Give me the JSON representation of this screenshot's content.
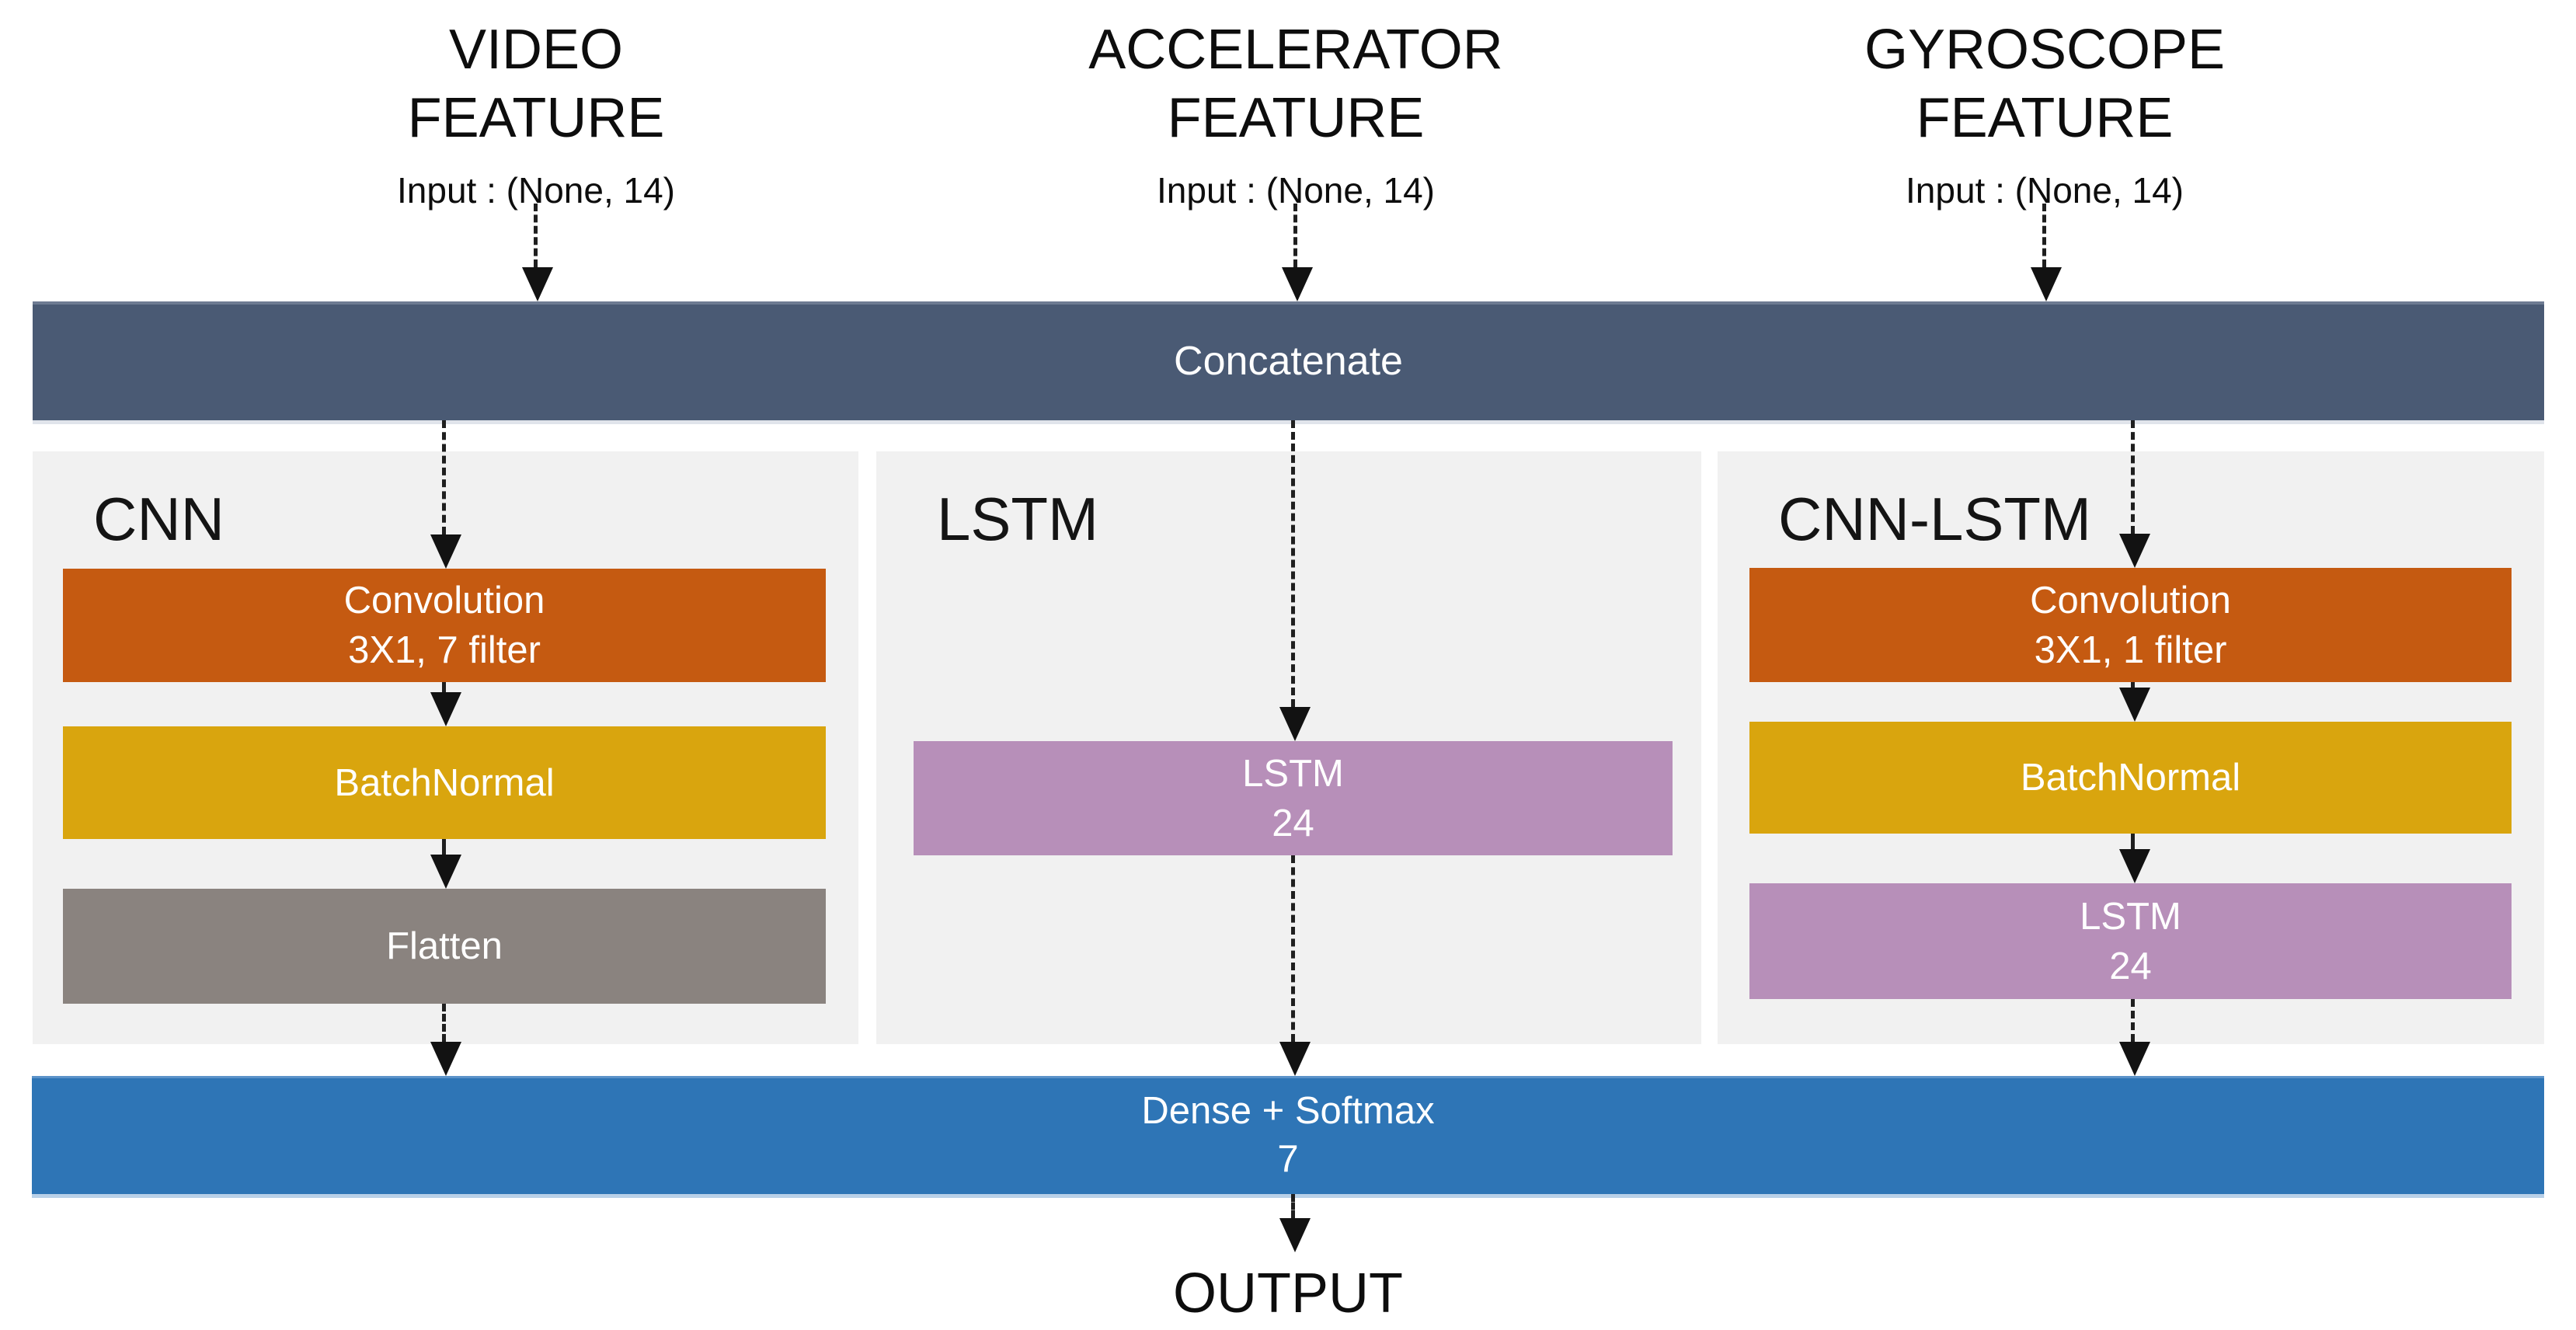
{
  "inputs": [
    {
      "line1": "VIDEO",
      "line2": "FEATURE",
      "shape": "Input : (None, 14)"
    },
    {
      "line1": "ACCELERATOR",
      "line2": "FEATURE",
      "shape": "Input : (None, 14)"
    },
    {
      "line1": "GYROSCOPE",
      "line2": "FEATURE",
      "shape": "Input : (None, 14)"
    }
  ],
  "concatenate": {
    "label": "Concatenate"
  },
  "branches": [
    {
      "title": "CNN",
      "layers": [
        {
          "label": "Convolution",
          "sublabel": "3X1, 7 filter"
        },
        {
          "label": "BatchNormal"
        },
        {
          "label": "Flatten"
        }
      ]
    },
    {
      "title": "LSTM",
      "layers": [
        {
          "label": "LSTM",
          "sublabel": "24"
        }
      ]
    },
    {
      "title": "CNN-LSTM",
      "layers": [
        {
          "label": "Convolution",
          "sublabel": "3X1, 1 filter"
        },
        {
          "label": "BatchNormal"
        },
        {
          "label": "LSTM",
          "sublabel": "24"
        }
      ]
    }
  ],
  "dense": {
    "label": "Dense + Softmax",
    "sublabel": "7"
  },
  "output": {
    "label": "OUTPUT"
  },
  "colors": {
    "concatenate_bar": "#4a5a74",
    "panel_background": "#f1f1f1",
    "convolution_orange": "#c55a11",
    "batchnormal_yellow": "#d9a50e",
    "flatten_gray": "#8a837f",
    "lstm_purple": "#b78fb9",
    "dense_blue": "#2e75b6",
    "arrow_black": "#1f1f1f",
    "text_black": "#0d0d0d",
    "text_white": "#ffffff"
  }
}
